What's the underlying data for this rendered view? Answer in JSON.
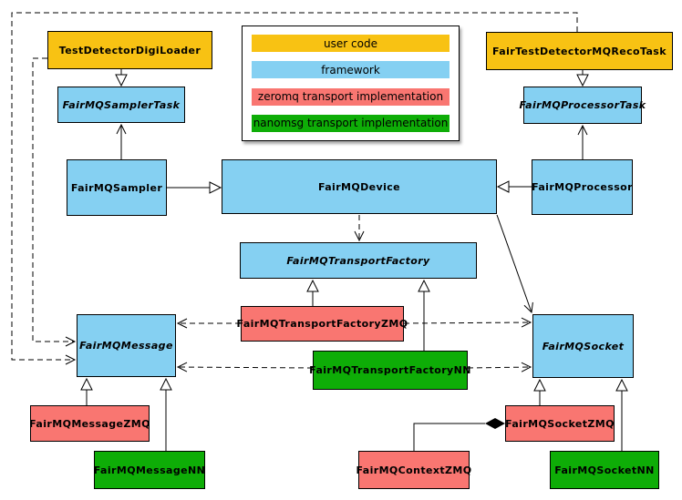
{
  "title": "FairMQ class diagram",
  "colors": {
    "yellow": "#F8C213",
    "blue": "#85D0F2",
    "red": "#F97671",
    "green": "#0EAD07",
    "border": "#000000",
    "background": "#FFFFFF"
  },
  "legend": {
    "items": [
      {
        "label": "user code",
        "color": "yellow"
      },
      {
        "label": "framework",
        "color": "blue"
      },
      {
        "label": "zeromq transport implementation",
        "color": "red"
      },
      {
        "label": "nanomsg transport implementation",
        "color": "green"
      }
    ]
  },
  "nodes": {
    "test_detector_digi_loader": {
      "label": "TestDetectorDigiLoader",
      "color": "yellow"
    },
    "fair_test_detector_mq_reco_task": {
      "label": "FairTestDetectorMQRecoTask",
      "color": "yellow"
    },
    "fairmq_sampler_task": {
      "label": "FairMQSamplerTask",
      "color": "blue",
      "abstract": true
    },
    "fairmq_processor_task": {
      "label": "FairMQProcessorTask",
      "color": "blue",
      "abstract": true
    },
    "fairmq_sampler": {
      "label": "FairMQSampler",
      "color": "blue"
    },
    "fairmq_device": {
      "label": "FairMQDevice",
      "color": "blue"
    },
    "fairmq_processor": {
      "label": "FairMQProcessor",
      "color": "blue"
    },
    "fairmq_transport_factory": {
      "label": "FairMQTransportFactory",
      "color": "blue",
      "abstract": true
    },
    "fairmq_transport_factory_zmq": {
      "label": "FairMQTransportFactoryZMQ",
      "color": "red"
    },
    "fairmq_transport_factory_nn": {
      "label": "FairMQTransportFactoryNN",
      "color": "green"
    },
    "fairmq_message": {
      "label": "FairMQMessage",
      "color": "blue",
      "abstract": true
    },
    "fairmq_socket": {
      "label": "FairMQSocket",
      "color": "blue",
      "abstract": true
    },
    "fairmq_message_zmq": {
      "label": "FairMQMessageZMQ",
      "color": "red"
    },
    "fairmq_message_nn": {
      "label": "FairMQMessageNN",
      "color": "green"
    },
    "fairmq_socket_zmq": {
      "label": "FairMQSocketZMQ",
      "color": "red"
    },
    "fairmq_socket_nn": {
      "label": "FairMQSocketNN",
      "color": "green"
    },
    "fairmq_context_zmq": {
      "label": "FairMQContextZMQ",
      "color": "red"
    }
  }
}
